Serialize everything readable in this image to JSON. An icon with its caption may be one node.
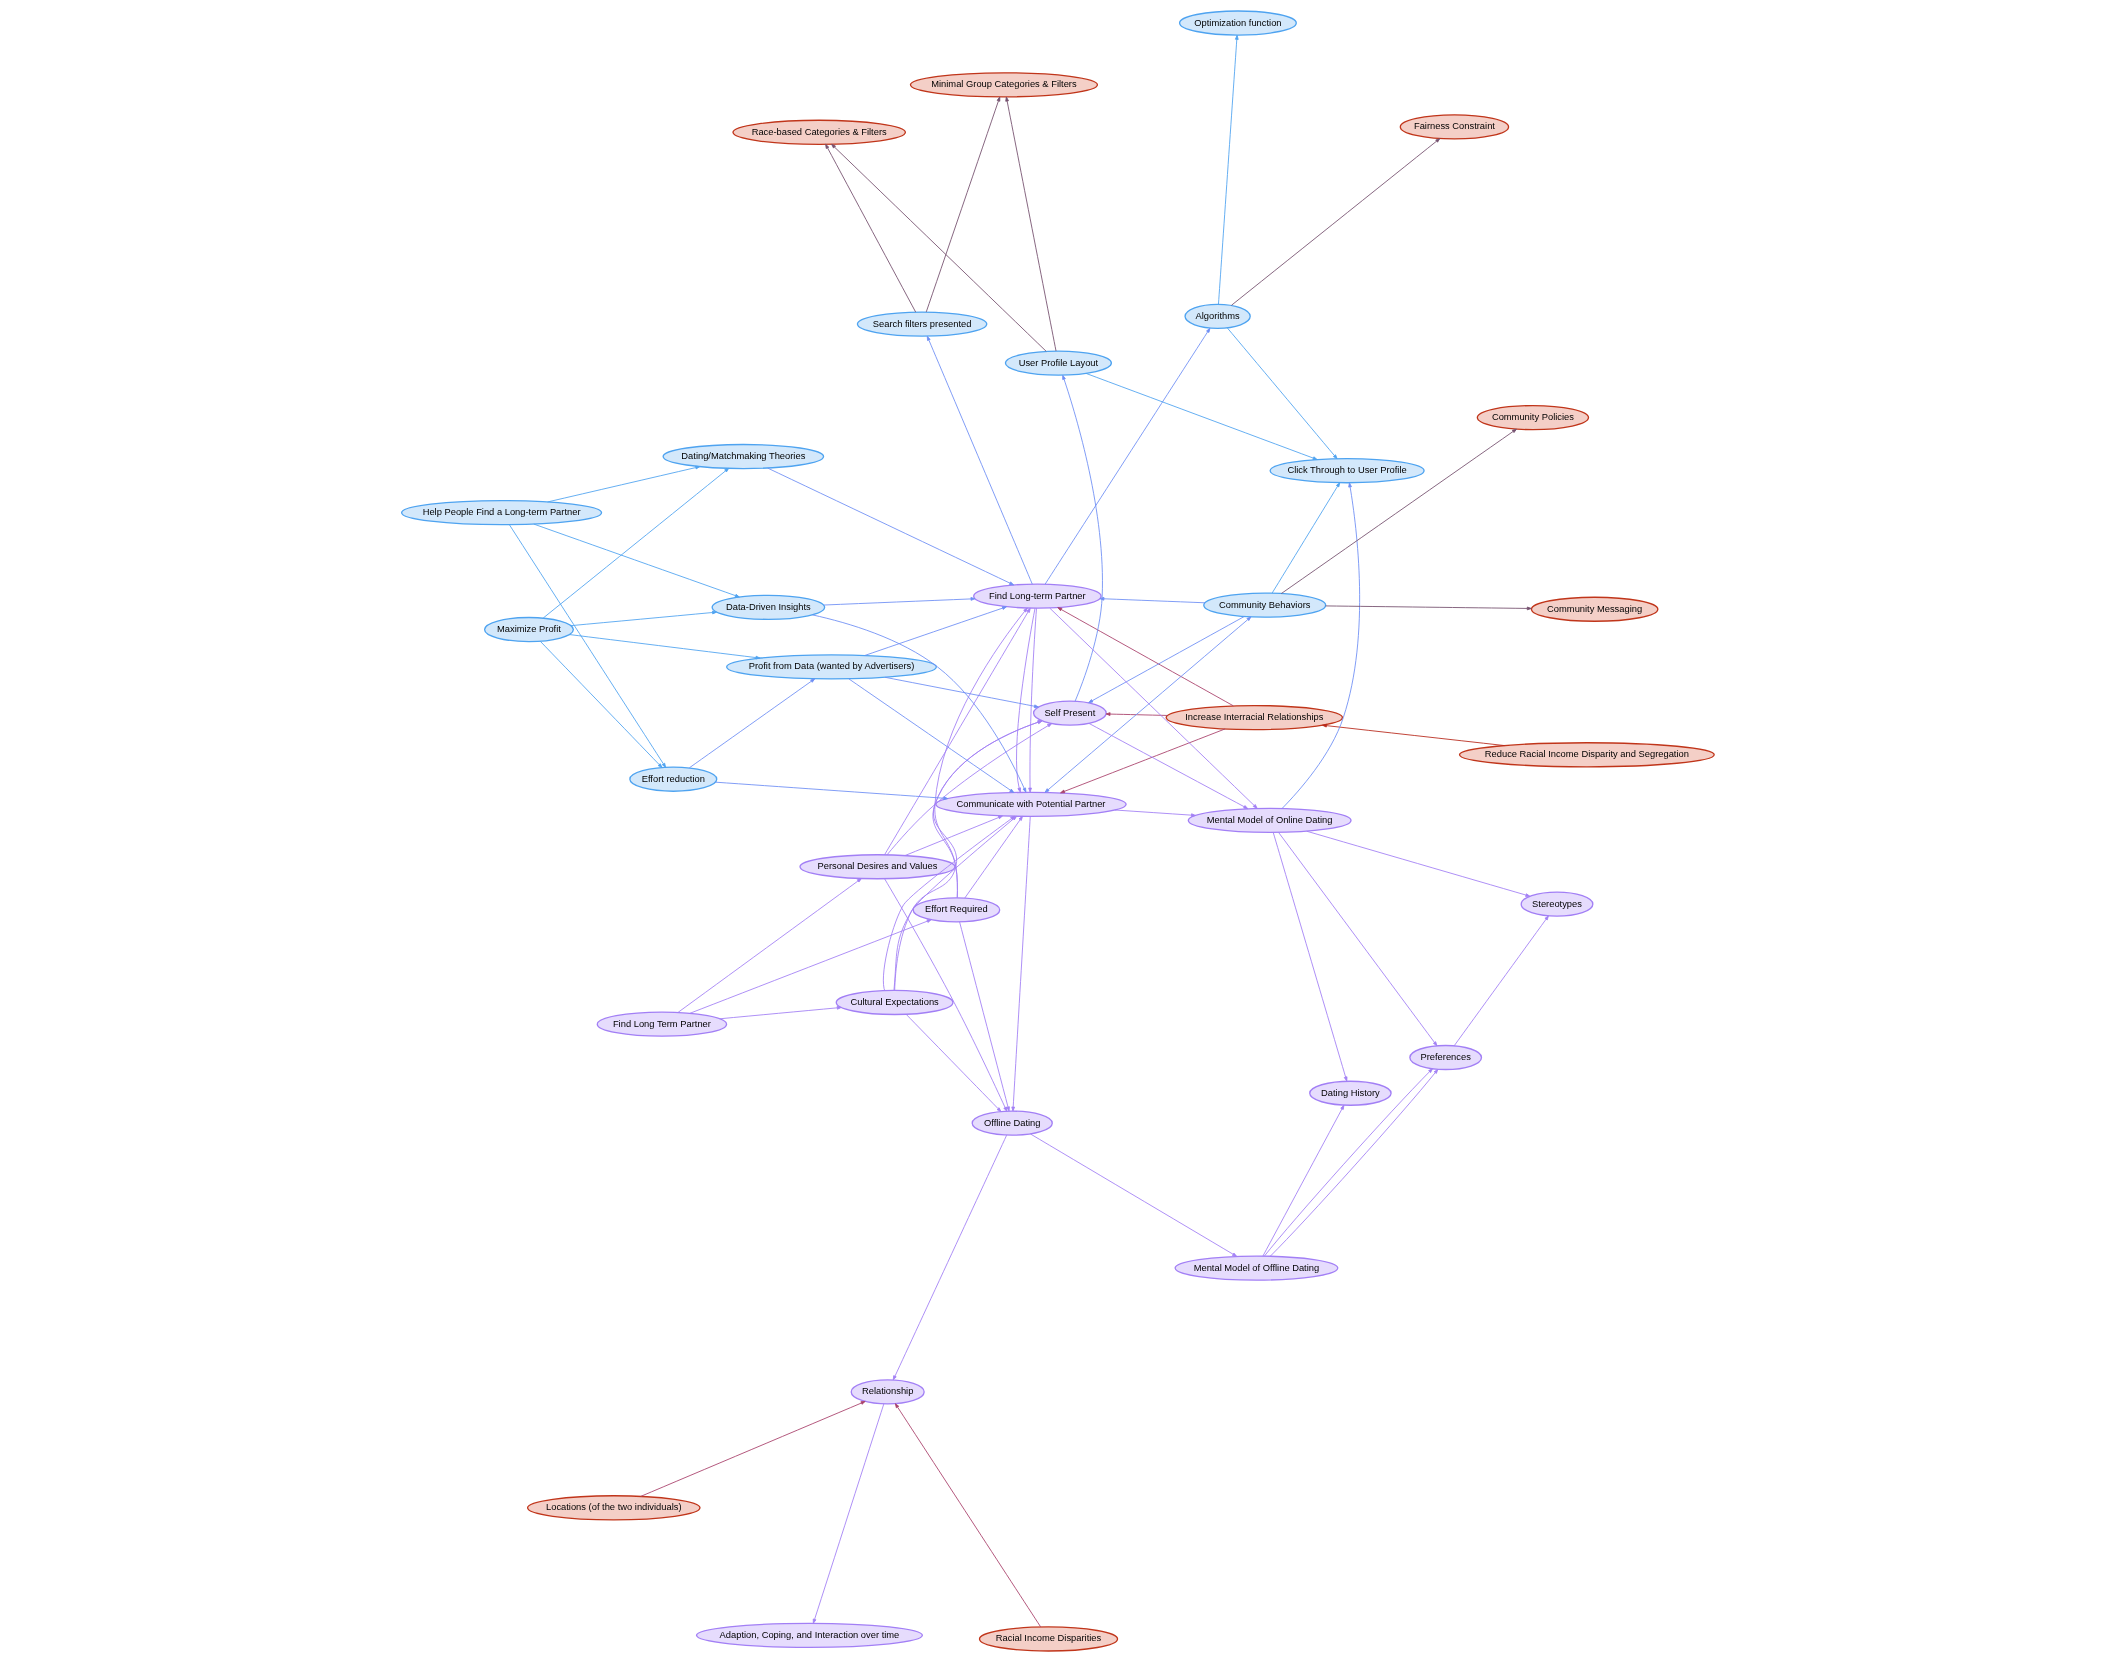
{
  "diagram": {
    "nodes": [
      {
        "text": [
          "Adaption, Coping, and Interaction over time"
        ]
      },
      {
        "text": [
          "Racial Income Disparities"
        ]
      },
      {
        "text": [
          "Relationship"
        ]
      },
      {
        "text": [
          "Locations (of the two individuals)"
        ]
      },
      {
        "text": [
          "Offline Dating"
        ]
      },
      {
        "text": [
          "Find Long Term Partner"
        ]
      },
      {
        "text": [
          "Mental Model of Offline Dating"
        ]
      },
      {
        "text": [
          "Dating History"
        ]
      },
      {
        "text": [
          "Effort Required"
        ]
      },
      {
        "text": [
          "Cultural Expectations"
        ]
      },
      {
        "text": [
          "Preferences"
        ]
      },
      {
        "text": [
          "Personal Desires and Values"
        ]
      },
      {
        "text": [
          "Reduce Racial Income Disparity and Segregation"
        ]
      },
      {
        "text": [
          "Stereotypes"
        ]
      },
      {
        "text": [
          "Increase Interracial Relationships"
        ]
      },
      {
        "text": [
          "Mental Model of Online Dating"
        ]
      },
      {
        "text": [
          "Communicate with Potential Partner"
        ]
      },
      {
        "text": [
          "Community Policies"
        ]
      },
      {
        "text": [
          "Search filters presented"
        ]
      },
      {
        "text": [
          "Self Present"
        ]
      },
      {
        "text": [
          "Community Behaviors"
        ]
      },
      {
        "text": [
          "Race-based Categories & Filters"
        ]
      },
      {
        "text": [
          "Find Long-term Partner"
        ]
      },
      {
        "text": [
          "Community Messaging"
        ]
      },
      {
        "text": [
          "User Profile Layout"
        ]
      },
      {
        "text": [
          "Profit from Data (wanted by Advertisers)"
        ]
      },
      {
        "text": [
          "Minimal Group Categories & Filters"
        ]
      },
      {
        "text": [
          "Data-Driven Insights"
        ]
      },
      {
        "text": [
          "Effort reduction"
        ]
      },
      {
        "text": [
          "Click Through to User Profile"
        ]
      },
      {
        "text": [
          "Maximize Profit"
        ]
      },
      {
        "text": [
          "Algorithms"
        ]
      },
      {
        "text": [
          "Dating/Matchmaking Theories"
        ]
      },
      {
        "text": [
          "Optimization function"
        ]
      },
      {
        "text": [
          "Help People Find a Long-term Partner"
        ]
      },
      {
        "text": [
          "Fairness Constraint"
        ]
      }
    ],
    "edges": [
      {
        "from": 2,
        "to": 0,
        "arrow": "to"
      },
      {
        "from": 1,
        "to": 2,
        "arrow": "to",
        "color": "#a8406a"
      },
      {
        "from": 3,
        "to": 2,
        "arrow": "to",
        "color": "#a8406a"
      },
      {
        "from": 4,
        "to": 2,
        "arrow": "to"
      },
      {
        "from": 4,
        "to": 6,
        "arrow": "to"
      },
      {
        "from": 6,
        "to": 7,
        "arrow": "to"
      },
      {
        "from": 6,
        "to": 10,
        "arrow": "to"
      },
      {
        "from": 6,
        "to": 10,
        "arrow": "to"
      },
      {
        "from": 15,
        "to": 7,
        "arrow": "to"
      },
      {
        "from": 15,
        "to": 10,
        "arrow": "to"
      },
      {
        "from": 10,
        "to": 13,
        "arrow": "to"
      },
      {
        "from": 15,
        "to": 13,
        "arrow": "to"
      },
      {
        "from": 16,
        "to": 15,
        "arrow": "to"
      },
      {
        "from": 22,
        "to": 15,
        "arrow": "to"
      },
      {
        "from": 19,
        "to": 15,
        "arrow": "to"
      },
      {
        "from": 15,
        "to": 29,
        "arrow": "to",
        "color": "#6e8ef5"
      },
      {
        "from": 8,
        "to": 4,
        "arrow": "to"
      },
      {
        "from": 11,
        "to": 4,
        "arrow": "to"
      },
      {
        "from": 16,
        "to": 4,
        "arrow": "to"
      },
      {
        "from": 9,
        "to": 4,
        "arrow": "to"
      },
      {
        "from": 5,
        "to": 8,
        "arrow": "to"
      },
      {
        "from": 5,
        "to": 11,
        "arrow": "to"
      },
      {
        "from": 5,
        "to": 9,
        "arrow": "to"
      },
      {
        "from": 8,
        "to": 19,
        "arrow": "to"
      },
      {
        "from": 8,
        "to": 22,
        "arrow": "to"
      },
      {
        "from": 8,
        "to": 16,
        "arrow": "to"
      },
      {
        "from": 11,
        "to": 16,
        "arrow": "to"
      },
      {
        "from": 11,
        "to": 19,
        "arrow": "to"
      },
      {
        "from": 11,
        "to": 22,
        "arrow": "to"
      },
      {
        "from": 9,
        "to": 16,
        "arrow": "to"
      },
      {
        "from": 9,
        "to": 16,
        "arrow": "to"
      },
      {
        "from": 9,
        "to": 19,
        "arrow": "to"
      },
      {
        "from": 12,
        "to": 14,
        "arrow": "to",
        "color": "#b8281a"
      },
      {
        "from": 14,
        "to": 19,
        "arrow": "to",
        "color": "#a8406a"
      },
      {
        "from": 14,
        "to": 22,
        "arrow": "to",
        "color": "#a8406a"
      },
      {
        "from": 14,
        "to": 16,
        "arrow": "to",
        "color": "#a8406a"
      },
      {
        "from": 22,
        "to": 16,
        "arrow": "to"
      },
      {
        "from": 22,
        "to": 16,
        "arrow": "to"
      },
      {
        "from": 16,
        "to": 20,
        "arrow": "both",
        "color": "#6e8ef5"
      },
      {
        "from": 28,
        "to": 16,
        "arrow": "to",
        "color": "#6e8ef5"
      },
      {
        "from": 25,
        "to": 16,
        "arrow": "to",
        "color": "#6e8ef5"
      },
      {
        "from": 27,
        "to": 16,
        "arrow": "to",
        "color": "#6e8ef5"
      },
      {
        "from": 20,
        "to": 17,
        "arrow": "to",
        "color": "#74506e"
      },
      {
        "from": 20,
        "to": 23,
        "arrow": "to",
        "color": "#74506e"
      },
      {
        "from": 20,
        "to": 19,
        "arrow": "to",
        "color": "#6e8ef5"
      },
      {
        "from": 20,
        "to": 22,
        "arrow": "to",
        "color": "#6e8ef5"
      },
      {
        "from": 20,
        "to": 29,
        "arrow": "to",
        "color": "#4ea3f0"
      },
      {
        "from": 22,
        "to": 18,
        "arrow": "to",
        "color": "#6e8ef5"
      },
      {
        "from": 18,
        "to": 21,
        "arrow": "to",
        "color": "#74506e"
      },
      {
        "from": 18,
        "to": 26,
        "arrow": "to",
        "color": "#74506e"
      },
      {
        "from": 24,
        "to": 21,
        "arrow": "to",
        "color": "#74506e"
      },
      {
        "from": 24,
        "to": 26,
        "arrow": "to",
        "color": "#74506e"
      },
      {
        "from": 19,
        "to": 24,
        "arrow": "to",
        "color": "#6e8ef5"
      },
      {
        "from": 24,
        "to": 29,
        "arrow": "to",
        "color": "#4ea3f0"
      },
      {
        "from": 22,
        "to": 31,
        "arrow": "to",
        "color": "#6e8ef5"
      },
      {
        "from": 31,
        "to": 29,
        "arrow": "to",
        "color": "#4ea3f0"
      },
      {
        "from": 31,
        "to": 33,
        "arrow": "to",
        "color": "#4ea3f0"
      },
      {
        "from": 31,
        "to": 35,
        "arrow": "to",
        "color": "#74506e"
      },
      {
        "from": 25,
        "to": 22,
        "arrow": "to",
        "color": "#6e8ef5"
      },
      {
        "from": 25,
        "to": 19,
        "arrow": "to",
        "color": "#6e8ef5"
      },
      {
        "from": 27,
        "to": 22,
        "arrow": "to",
        "color": "#6e8ef5"
      },
      {
        "from": 32,
        "to": 22,
        "arrow": "to",
        "color": "#6e8ef5"
      },
      {
        "from": 28,
        "to": 25,
        "arrow": "to",
        "color": "#6e8ef5"
      },
      {
        "from": 30,
        "to": 25,
        "arrow": "to",
        "color": "#4ea3f0"
      },
      {
        "from": 30,
        "to": 27,
        "arrow": "to",
        "color": "#4ea3f0"
      },
      {
        "from": 30,
        "to": 28,
        "arrow": "to",
        "color": "#4ea3f0"
      },
      {
        "from": 30,
        "to": 32,
        "arrow": "to",
        "color": "#4ea3f0"
      },
      {
        "from": 34,
        "to": 27,
        "arrow": "to",
        "color": "#4ea3f0"
      },
      {
        "from": 34,
        "to": 32,
        "arrow": "to",
        "color": "#4ea3f0"
      },
      {
        "from": 34,
        "to": 28,
        "arrow": "to",
        "color": "#4ea3f0"
      }
    ]
  }
}
